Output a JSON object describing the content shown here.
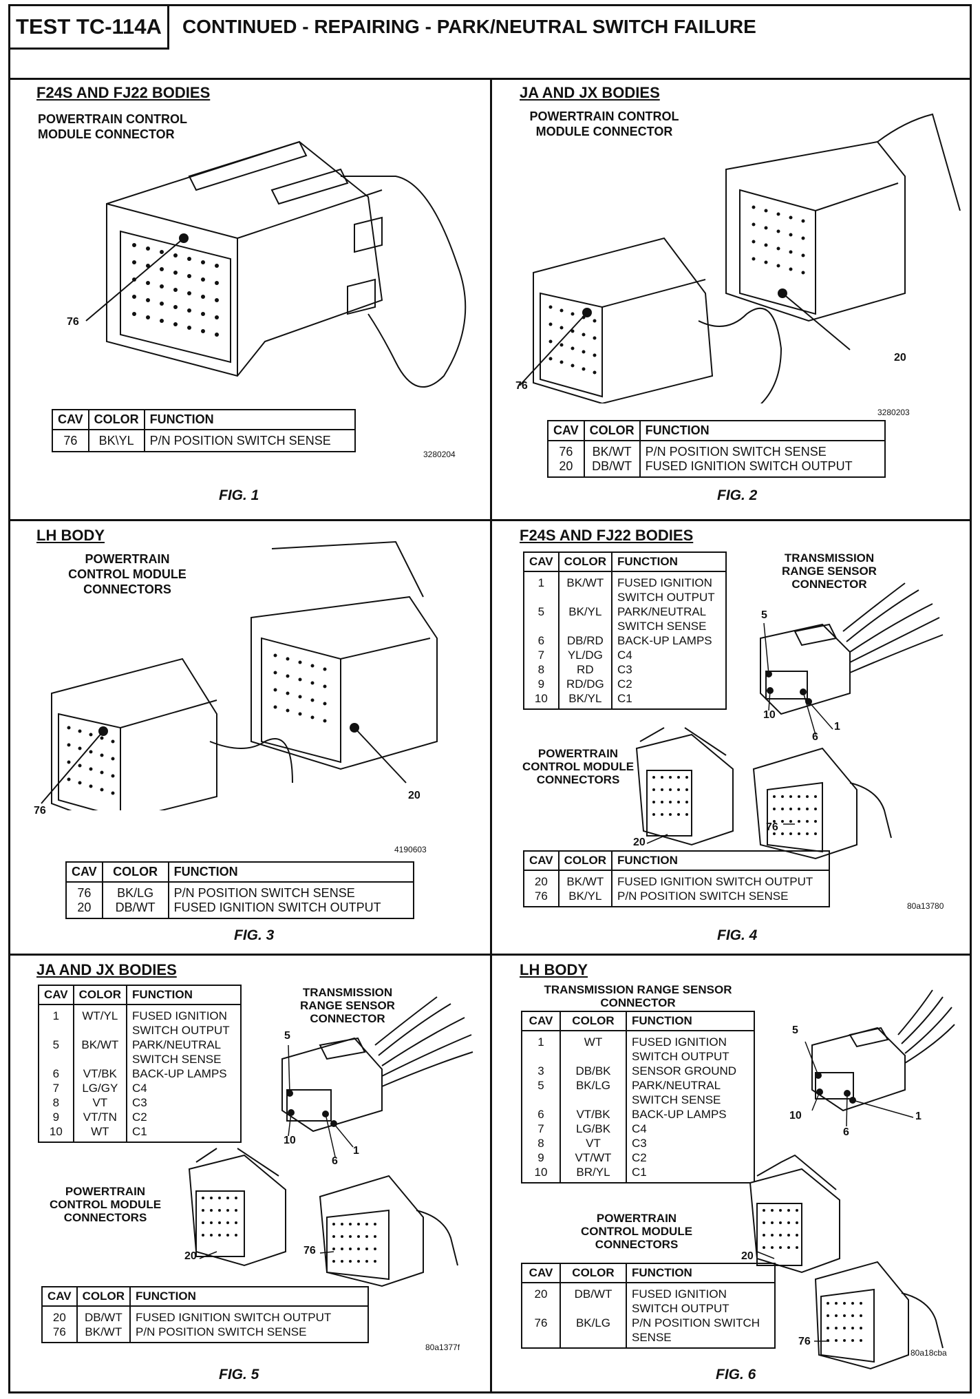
{
  "header": {
    "test_id": "TEST TC-114A",
    "title": "CONTINUED - REPAIRING - PARK/NEUTRAL SWITCH FAILURE"
  },
  "columns": {
    "cav": "CAV",
    "color": "COLOR",
    "function": "FUNCTION"
  },
  "fig1": {
    "title": "F24S AND FJ22 BODIES",
    "label": [
      "POWERTRAIN CONTROL",
      "MODULE CONNECTOR"
    ],
    "pins": [
      "76"
    ],
    "code": "3280204",
    "caption": "FIG. 1",
    "rows": [
      {
        "cav": "76",
        "color": "BK\\YL",
        "function": "P/N POSITION SWITCH SENSE"
      }
    ]
  },
  "fig2": {
    "title": "JA AND JX BODIES",
    "label": [
      "POWERTRAIN CONTROL",
      "MODULE CONNECTOR"
    ],
    "pins": [
      "76",
      "20"
    ],
    "code": "3280203",
    "caption": "FIG. 2",
    "rows": [
      {
        "cav": "76",
        "color": "BK/WT",
        "function": "P/N POSITION SWITCH SENSE"
      },
      {
        "cav": "20",
        "color": "DB/WT",
        "function": "FUSED IGNITION SWITCH OUTPUT"
      }
    ]
  },
  "fig3": {
    "title": "LH BODY",
    "label": [
      "POWERTRAIN",
      "CONTROL MODULE",
      "CONNECTORS"
    ],
    "pins": [
      "76",
      "20"
    ],
    "code": "4190603",
    "caption": "FIG. 3",
    "rows": [
      {
        "cav": "76",
        "color": "BK/LG",
        "function": "P/N POSITION SWITCH SENSE"
      },
      {
        "cav": "20",
        "color": "DB/WT",
        "function": "FUSED IGNITION SWITCH OUTPUT"
      }
    ]
  },
  "fig4": {
    "title": "F24S AND FJ22 BODIES",
    "sensor_label": [
      "TRANSMISSION",
      "RANGE SENSOR",
      "CONNECTOR"
    ],
    "pcm_label": [
      "POWERTRAIN",
      "CONTROL MODULE",
      "CONNECTORS"
    ],
    "sensor_pins": [
      "5",
      "10",
      "6",
      "1"
    ],
    "pcm_pins": [
      "20",
      "76"
    ],
    "code": "80a13780",
    "caption": "FIG. 4",
    "rows": [
      {
        "cav": "1",
        "color": "BK/WT",
        "function": "FUSED IGNITION",
        "function2": "SWITCH OUTPUT"
      },
      {
        "cav": "5",
        "color": "BK/YL",
        "function": "PARK/NEUTRAL",
        "function2": "SWITCH SENSE"
      },
      {
        "cav": "6",
        "color": "DB/RD",
        "function": "BACK-UP LAMPS"
      },
      {
        "cav": "7",
        "color": "YL/DG",
        "function": "C4"
      },
      {
        "cav": "8",
        "color": "RD",
        "function": "C3"
      },
      {
        "cav": "9",
        "color": "RD/DG",
        "function": "C2"
      },
      {
        "cav": "10",
        "color": "BK/YL",
        "function": "C1"
      }
    ],
    "rows2": [
      {
        "cav": "20",
        "color": "BK/WT",
        "function": "FUSED IGNITION SWITCH OUTPUT"
      },
      {
        "cav": "76",
        "color": "BK/YL",
        "function": "P/N POSITION SWITCH SENSE"
      }
    ]
  },
  "fig5": {
    "title": "JA AND JX BODIES",
    "sensor_label": [
      "TRANSMISSION",
      "RANGE SENSOR",
      "CONNECTOR"
    ],
    "pcm_label": [
      "POWERTRAIN",
      "CONTROL MODULE",
      "CONNECTORS"
    ],
    "sensor_pins": [
      "5",
      "10",
      "6",
      "1"
    ],
    "pcm_pins": [
      "20",
      "76"
    ],
    "code": "80a1377f",
    "caption": "FIG. 5",
    "rows": [
      {
        "cav": "1",
        "color": "WT/YL",
        "function": "FUSED IGNITION",
        "function2": "SWITCH OUTPUT"
      },
      {
        "cav": "5",
        "color": "BK/WT",
        "function": "PARK/NEUTRAL",
        "function2": "SWITCH SENSE"
      },
      {
        "cav": "6",
        "color": "VT/BK",
        "function": "BACK-UP LAMPS"
      },
      {
        "cav": "7",
        "color": "LG/GY",
        "function": "C4"
      },
      {
        "cav": "8",
        "color": "VT",
        "function": "C3"
      },
      {
        "cav": "9",
        "color": "VT/TN",
        "function": "C2"
      },
      {
        "cav": "10",
        "color": "WT",
        "function": "C1"
      }
    ],
    "rows2": [
      {
        "cav": "20",
        "color": "DB/WT",
        "function": "FUSED IGNITION SWITCH OUTPUT"
      },
      {
        "cav": "76",
        "color": "BK/WT",
        "function": "P/N POSITION SWITCH SENSE"
      }
    ]
  },
  "fig6": {
    "title": "LH BODY",
    "sensor_label": [
      "TRANSMISSION RANGE SENSOR",
      "CONNECTOR"
    ],
    "pcm_label": [
      "POWERTRAIN",
      "CONTROL MODULE",
      "CONNECTORS"
    ],
    "sensor_pins": [
      "5",
      "10",
      "6",
      "1"
    ],
    "pcm_pins": [
      "20",
      "76"
    ],
    "code": "80a18cba",
    "caption": "FIG. 6",
    "rows": [
      {
        "cav": "1",
        "color": "WT",
        "function": "FUSED IGNITION",
        "function2": "SWITCH OUTPUT"
      },
      {
        "cav": "3",
        "color": "DB/BK",
        "function": "SENSOR GROUND"
      },
      {
        "cav": "5",
        "color": "BK/LG",
        "function": "PARK/NEUTRAL",
        "function2": "SWITCH SENSE"
      },
      {
        "cav": "6",
        "color": "VT/BK",
        "function": "BACK-UP LAMPS"
      },
      {
        "cav": "7",
        "color": "LG/BK",
        "function": "C4"
      },
      {
        "cav": "8",
        "color": "VT",
        "function": "C3"
      },
      {
        "cav": "9",
        "color": "VT/WT",
        "function": "C2"
      },
      {
        "cav": "10",
        "color": "BR/YL",
        "function": "C1"
      }
    ],
    "rows2": [
      {
        "cav": "20",
        "color": "DB/WT",
        "function": "FUSED IGNITION",
        "function2": "SWITCH OUTPUT"
      },
      {
        "cav": "76",
        "color": "BK/LG",
        "function": "P/N POSITION SWITCH",
        "function2": "SENSE"
      }
    ]
  }
}
